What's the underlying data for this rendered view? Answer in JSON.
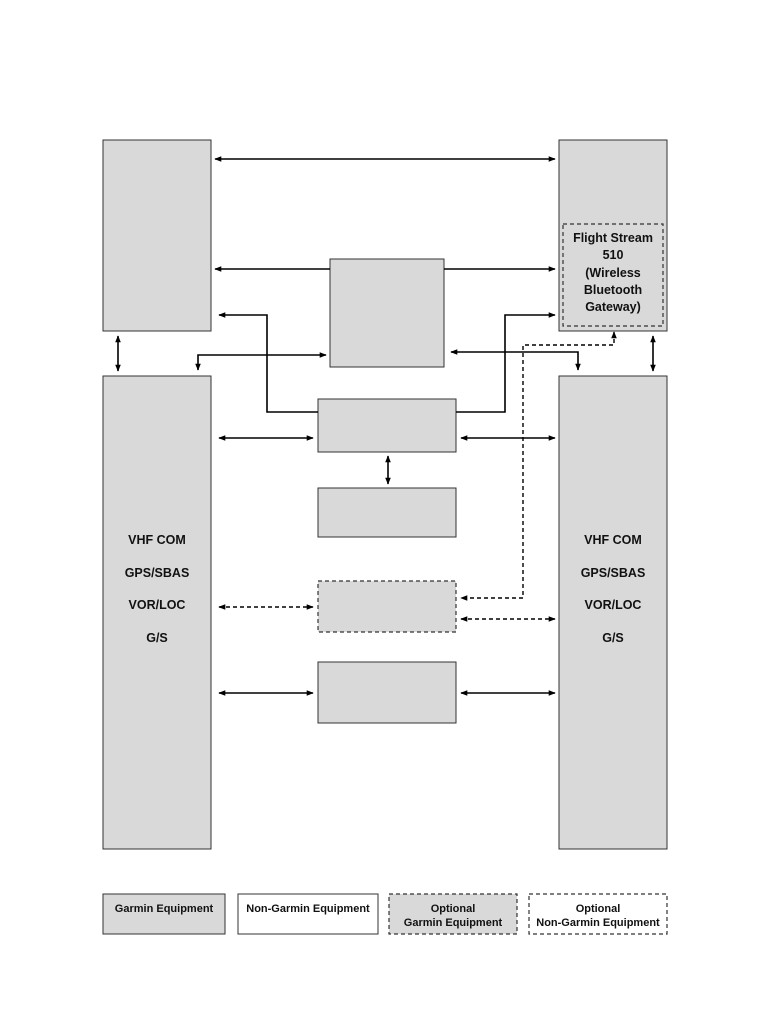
{
  "colors": {
    "garmin_fill": "#d9d9d9",
    "non_garmin_fill": "#ffffff",
    "stroke": "#333333",
    "connector": "#000000"
  },
  "left_radio_lines": [
    "VHF COM",
    "GPS/SBAS",
    "VOR/LOC",
    "G/S"
  ],
  "right_radio_lines": [
    "VHF COM",
    "GPS/SBAS",
    "VOR/LOC",
    "G/S"
  ],
  "flight_stream_lines": [
    "Flight Stream",
    "510",
    "(Wireless",
    "Bluetooth",
    "Gateway)"
  ],
  "legend": {
    "garmin": [
      "Garmin Equipment"
    ],
    "non_garmin": [
      "Non-Garmin Equipment"
    ],
    "optional_garmin": [
      "Optional",
      "Garmin Equipment"
    ],
    "optional_non_garmin": [
      "Optional",
      "Non-Garmin Equipment"
    ]
  }
}
